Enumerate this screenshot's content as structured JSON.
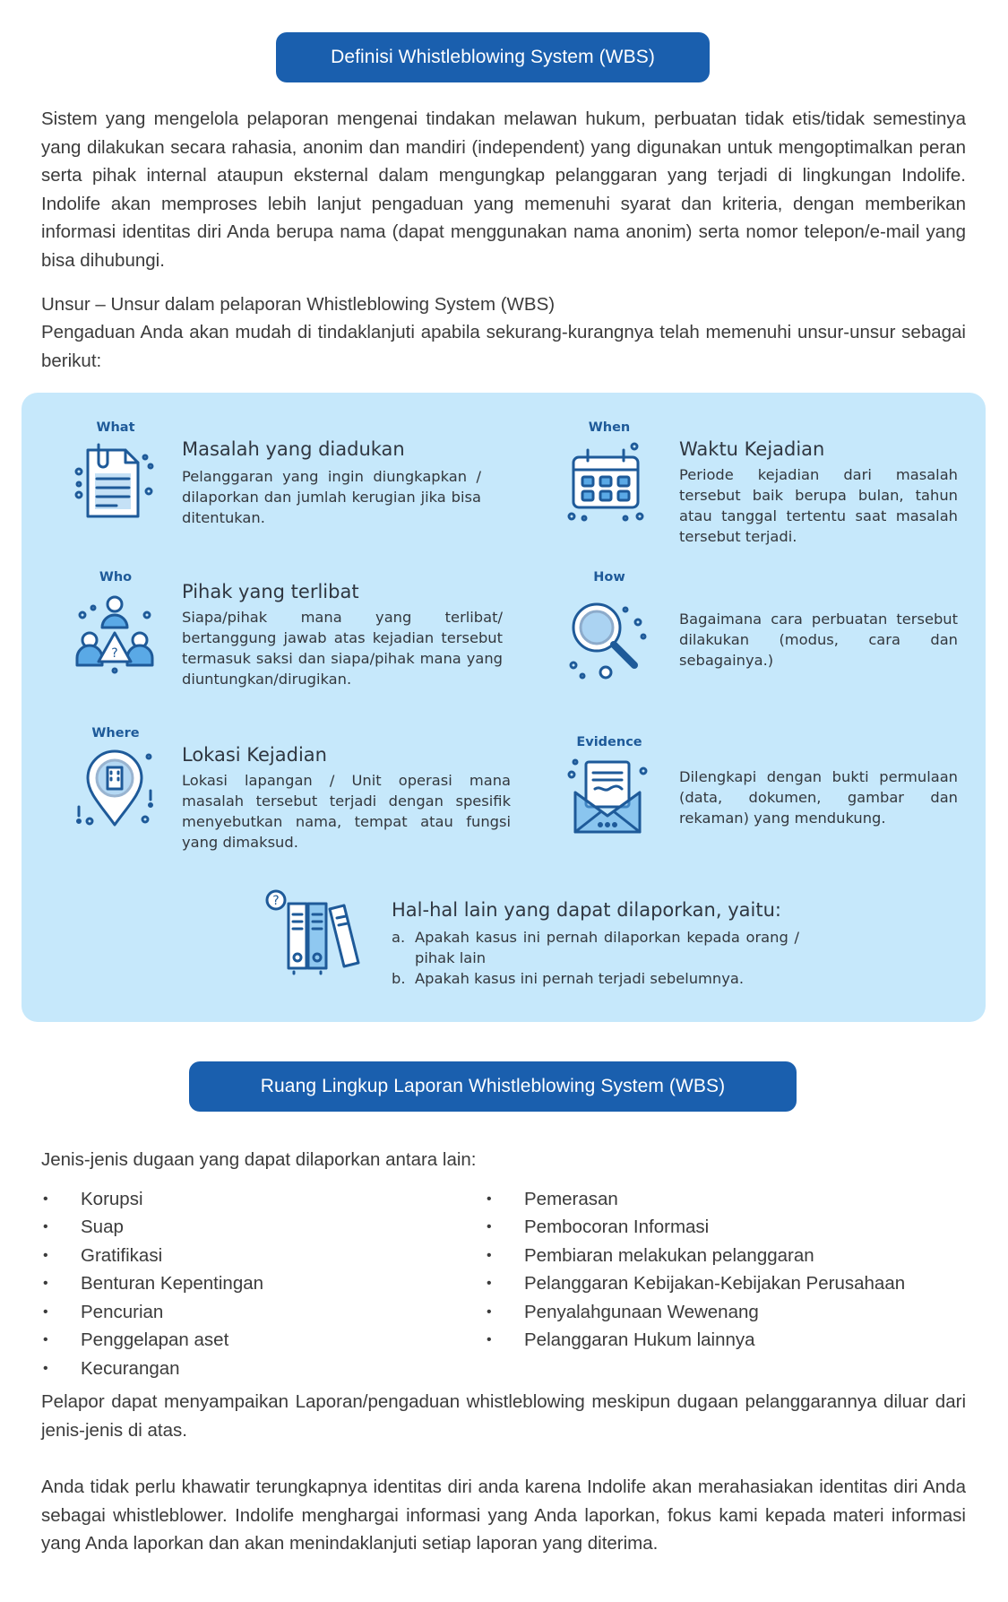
{
  "definisi": {
    "header": "Definisi Whistleblowing System (WBS)",
    "body": "Sistem yang mengelola pelaporan mengenai tindakan melawan hukum, perbuatan tidak etis/tidak semestinya yang dilakukan secara rahasia, anonim dan mandiri (independent) yang digunakan untuk mengoptimalkan peran serta pihak internal ataupun eksternal dalam mengungkap pelanggaran yang terjadi di lingkungan Indolife. Indolife akan memproses lebih lanjut pengaduan yang memenuhi syarat dan kriteria, dengan memberikan informasi identitas diri Anda berupa nama (dapat menggunakan nama anonim) serta nomor telepon/e-mail yang bisa dihubungi.",
    "unsur_title": "Unsur – Unsur dalam pelaporan Whistleblowing System (WBS)",
    "unsur_body": "Pengaduan Anda akan mudah di tindaklanjuti apabila sekurang-kurangnya telah memenuhi unsur-unsur sebagai berikut:"
  },
  "elements": {
    "what": {
      "label": "What",
      "title": "Masalah yang diadukan",
      "desc": "Pelanggaran yang ingin diungkapkan / dilaporkan dan jumlah kerugian jika bisa ditentukan."
    },
    "when": {
      "label": "When",
      "title": "Waktu Kejadian",
      "desc": "Periode kejadian dari masalah tersebut baik berupa bulan, tahun atau tanggal tertentu saat masalah tersebut terjadi."
    },
    "who": {
      "label": "Who",
      "title": "Pihak yang terlibat",
      "desc": "Siapa/pihak mana yang terlibat/ bertanggung jawab atas kejadian tersebut termasuk saksi dan siapa/pihak mana yang diuntungkan/dirugikan."
    },
    "how": {
      "label": "How",
      "desc": "Bagaimana cara perbuatan tersebut dilakukan (modus, cara dan sebagainya.)"
    },
    "where": {
      "label": "Where",
      "title": "Lokasi Kejadian",
      "desc": "Lokasi lapangan / Unit operasi mana masalah tersebut terjadi dengan spesifik menyebutkan nama, tempat atau fungsi yang dimaksud."
    },
    "evidence": {
      "label": "Evidence",
      "desc": "Dilengkapi dengan bukti permulaan (data, dokumen, gambar dan rekaman) yang mendukung."
    },
    "other": {
      "title": "Hal-hal lain yang dapat dilaporkan, yaitu:",
      "items": [
        {
          "marker": "a.",
          "text": "Apakah kasus ini pernah dilaporkan kepada orang / pihak lain"
        },
        {
          "marker": "b.",
          "text": "Apakah kasus ini pernah terjadi sebelumnya."
        }
      ]
    }
  },
  "ruang_lingkup": {
    "header": "Ruang Lingkup Laporan Whistleblowing System (WBS)",
    "intro": "Jenis-jenis dugaan yang dapat dilaporkan antara lain:",
    "bullet": "•",
    "left": [
      "Korupsi",
      "Suap",
      "Gratifikasi",
      "Benturan Kepentingan",
      "Pencurian",
      "Penggelapan aset",
      "Kecurangan"
    ],
    "right": [
      "Pemerasan",
      "Pembocoran Informasi",
      "Pembiaran melakukan pelanggaran",
      "Pelanggaran Kebijakan-Kebijakan Perusahaan",
      "Penyalahgunaan Wewenang",
      "Pelanggaran Hukum lainnya"
    ],
    "pelapor": "Pelapor dapat menyampaikan Laporan/pengaduan whistleblowing meskipun dugaan pelanggarannya diluar dari jenis-jenis di atas.",
    "anda": "Anda tidak perlu khawatir terungkapnya identitas diri anda karena Indolife akan merahasiakan identitas diri Anda sebagai whistleblower. Indolife menghargai informasi yang Anda laporkan, fokus kami kepada materi informasi yang Anda laporkan dan akan menindaklanjuti setiap laporan yang diterima."
  },
  "colors": {
    "header_bg": "#1a5fae",
    "panel_bg": "#c6e8fb",
    "icon_stroke": "#1e5a99",
    "icon_fill": "#5aa9e6"
  }
}
